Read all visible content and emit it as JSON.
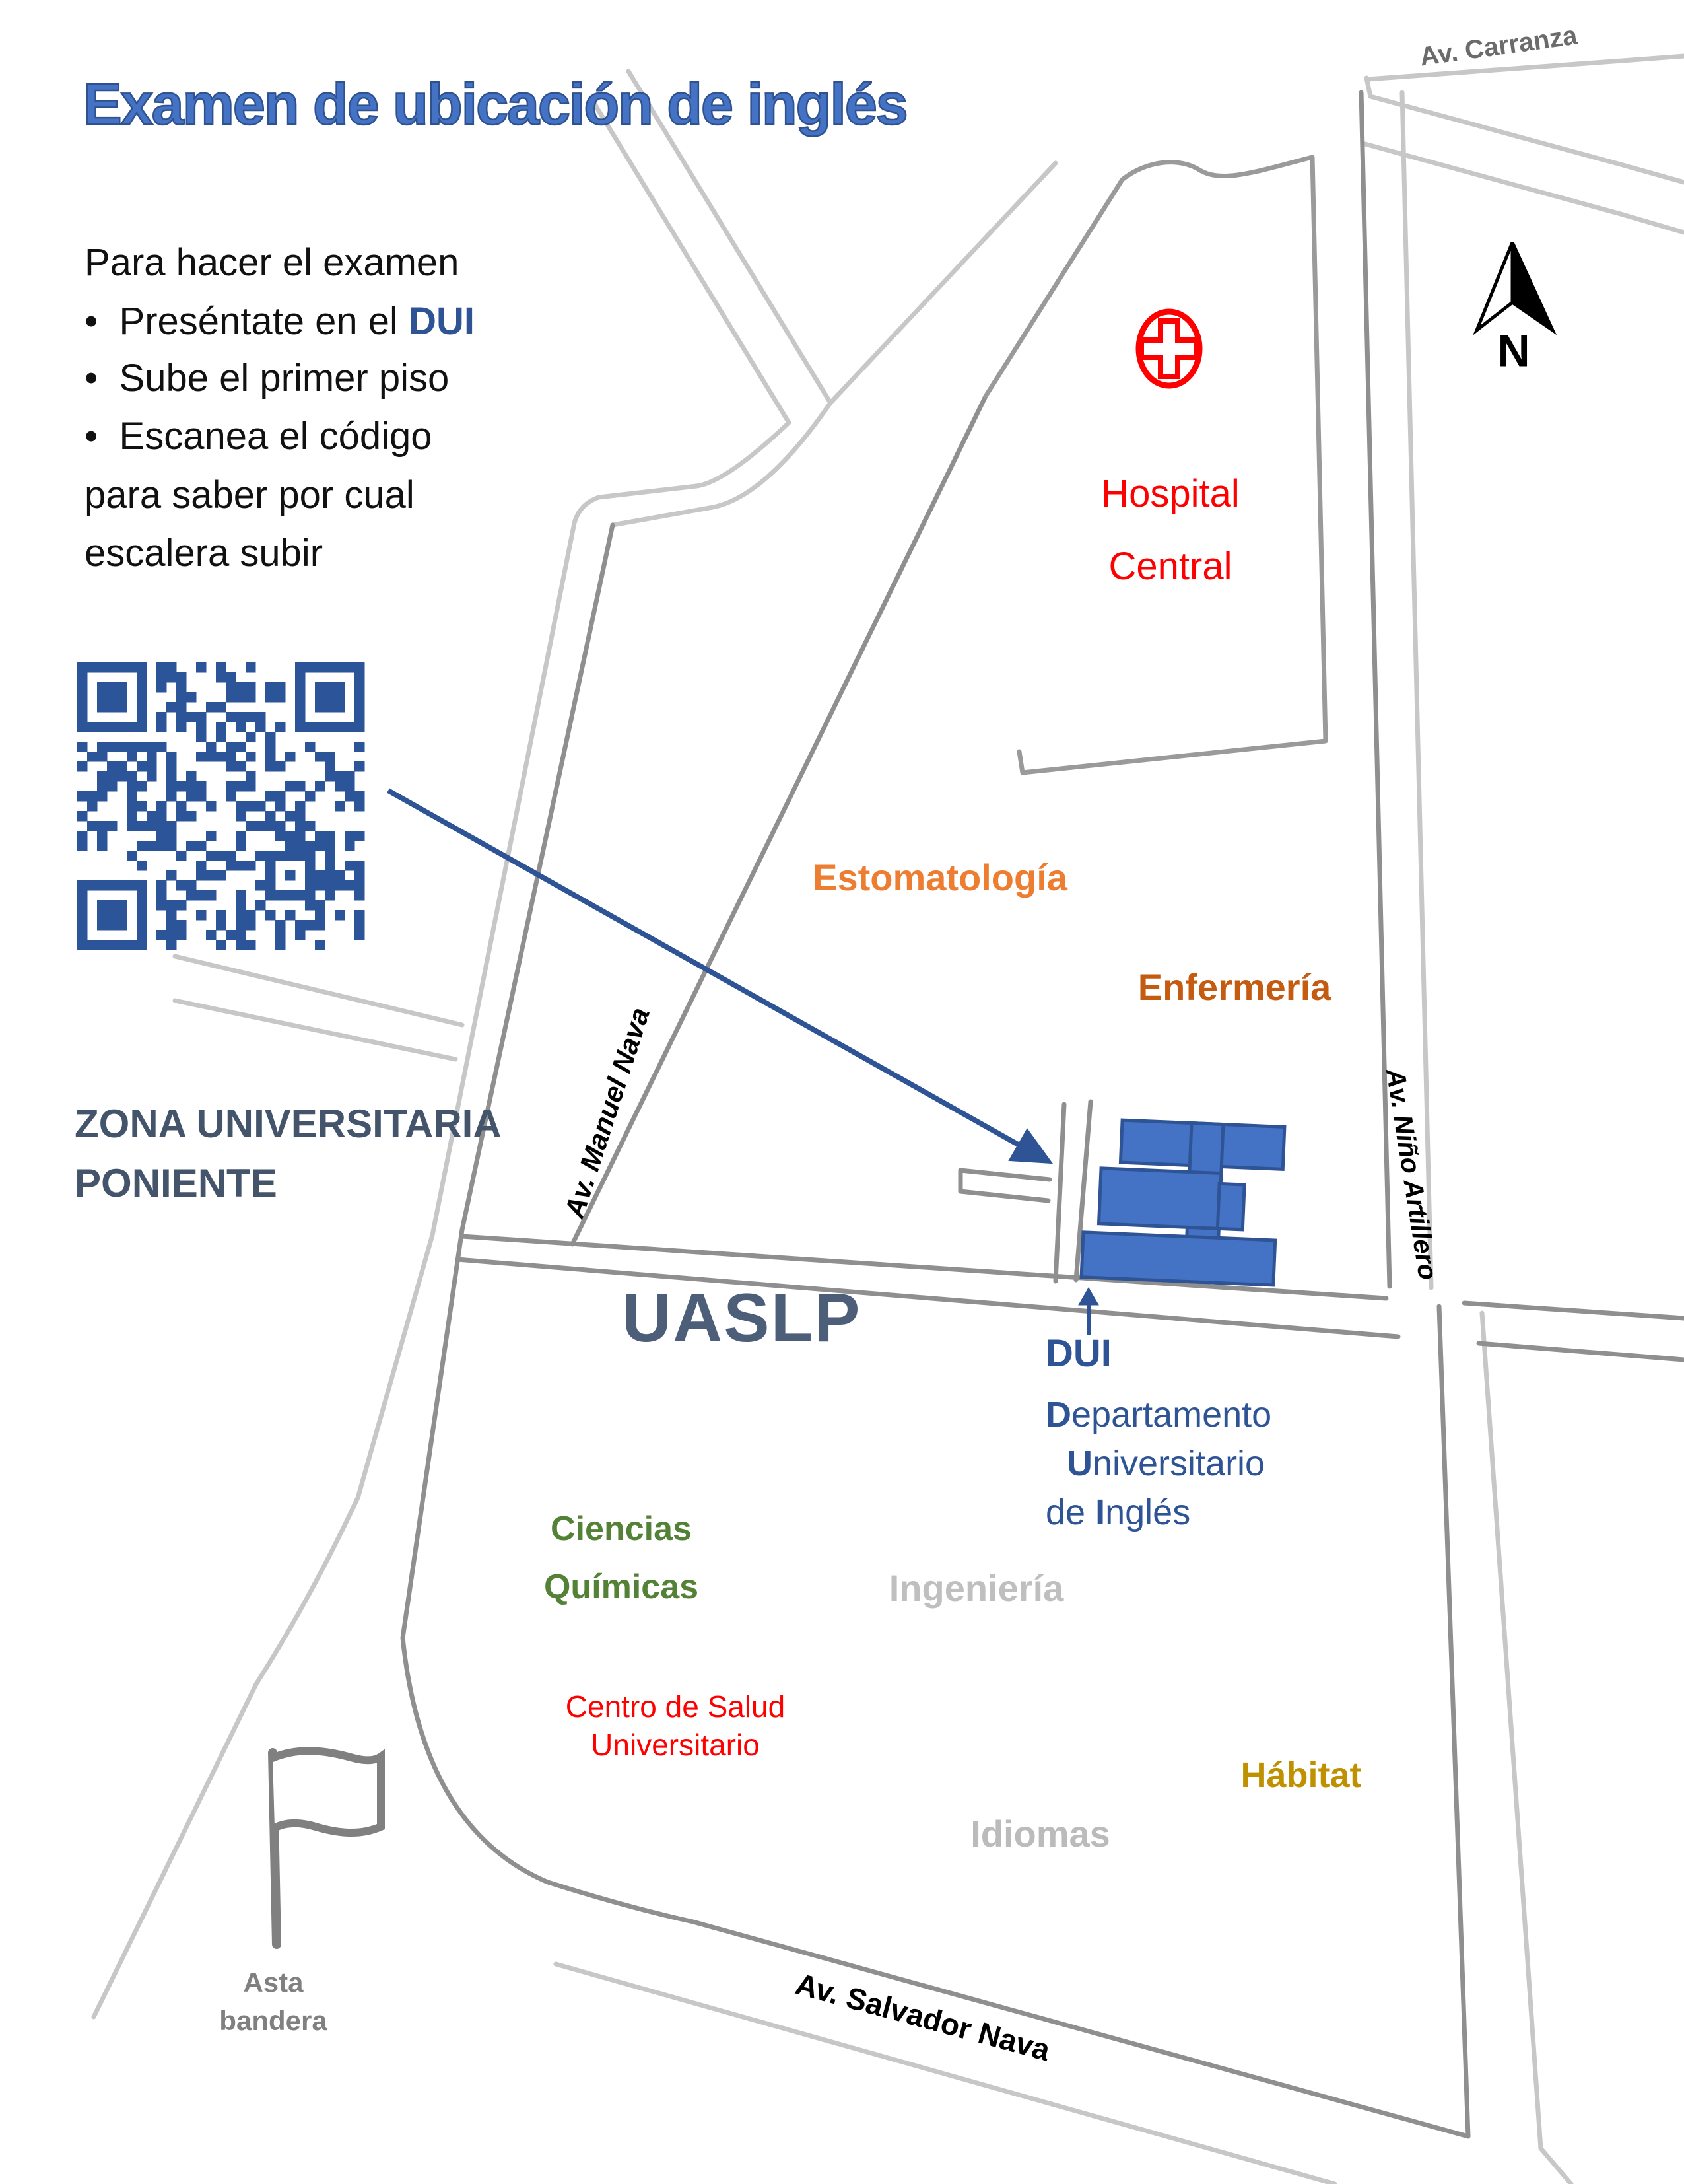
{
  "title": {
    "text": "Examen de ubicación de inglés",
    "color": "#4472C4"
  },
  "instructions": {
    "intro": "Para hacer el examen",
    "bullet_glyph": "•",
    "bullet1_pre": "Preséntate en el ",
    "bullet1_bold": "DUI",
    "bullet2": "Sube el primer piso",
    "bullet3": "Escanea el código",
    "cont1": "para saber por cual",
    "cont2": "escalera subir"
  },
  "qr": {
    "name": "qr-code",
    "color": "#2B5598"
  },
  "compass": {
    "label": "N"
  },
  "zona": {
    "line1": "ZONA UNIVERSITARIA",
    "line2": "PONIENTE",
    "color": "#44546A"
  },
  "campus": {
    "label": "UASLP",
    "color": "#4D5E79"
  },
  "roads": {
    "carranza": {
      "label": "Av. Carranza"
    },
    "manuel_nava": {
      "label": "Av. Manuel Nava"
    },
    "nino_artillero": {
      "label": "Av. Niño Artillero"
    },
    "salvador_nava": {
      "label": "Av. Salvador Nava"
    }
  },
  "places": {
    "hospital": {
      "line1": "Hospital",
      "line2": "Central",
      "color": "#FF0000"
    },
    "estomatologia": {
      "label": "Estomatología",
      "color": "#ED7D31"
    },
    "enfermeria": {
      "label": "Enfermería",
      "color": "#C55A11"
    },
    "dui": {
      "abbr": "DUI",
      "line1_b": "D",
      "line1_rest": "epartamento",
      "line2_b": "U",
      "line2_rest": "niversitario",
      "line3_pre": "de ",
      "line3_b": "I",
      "line3_rest": "nglés",
      "color": "#2E5496"
    },
    "ciencias_quimicas": {
      "line1": "Ciencias",
      "line2": "Químicas",
      "color": "#538135"
    },
    "ingenieria": {
      "label": "Ingeniería",
      "color": "#BFBFBF"
    },
    "centro_salud": {
      "line1": "Centro de Salud",
      "line2": "Universitario",
      "color": "#FF0000"
    },
    "habitat": {
      "label": "Hábitat",
      "color": "#BF9000"
    },
    "idiomas": {
      "label": "Idiomas",
      "color": "#BFBFBB"
    },
    "asta_bandera": {
      "line1": "Asta",
      "line2": "bandera",
      "color": "#808080"
    }
  },
  "building": {
    "name": "dui-building",
    "fill": "#4472C4",
    "stroke": "#2F5496"
  }
}
